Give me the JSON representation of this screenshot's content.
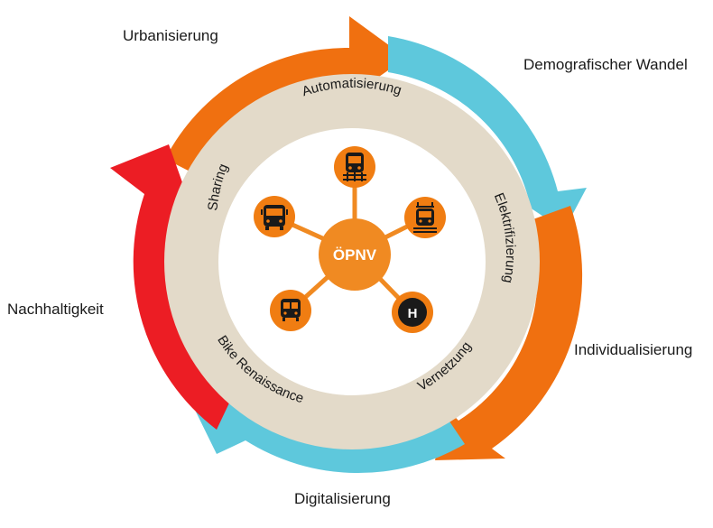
{
  "outer_labels": {
    "urbanisierung": "Urbanisierung",
    "demografischer_wandel": "Demografischer Wandel",
    "individualisierung": "Individualisierung",
    "digitalisierung": "Digitalisierung",
    "nachhaltigkeit": "Nachhaltigkeit"
  },
  "ring_labels": {
    "automatisierung": "Automatisierung",
    "elektrifizierung": "Elektrifizierung",
    "vernetzung": "Vernetzung",
    "bike_renaissance": "Bike Renaissance",
    "sharing": "Sharing"
  },
  "hub": {
    "label": "ÖPNV"
  },
  "spokes": [
    {
      "icon": "train-icon"
    },
    {
      "icon": "tram-icon"
    },
    {
      "icon": "bus-stop-icon",
      "text": "H"
    },
    {
      "icon": "metro-icon"
    },
    {
      "icon": "bus-icon"
    }
  ],
  "colors": {
    "orange": "#f07010",
    "blue": "#5ec8dc",
    "red": "#ec1d24",
    "ring": "#e3dac9",
    "hub": "#f08a22",
    "node": "#f07d12",
    "dark": "#1a1a1a"
  }
}
